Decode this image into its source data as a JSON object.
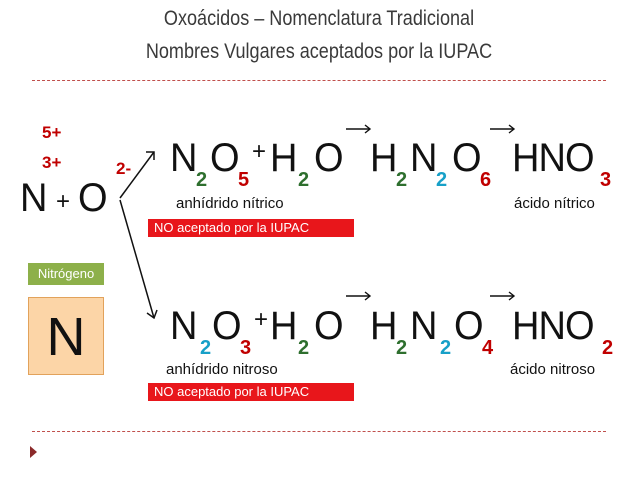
{
  "header": {
    "title": "Oxoácidos – Nomenclatura Tradicional",
    "subtitle": "Nombres Vulgares aceptados por la IUPAC"
  },
  "left": {
    "element_N": "N",
    "plus": "+",
    "element_O": "O",
    "state_high": "5+",
    "state_low": "3+",
    "oxygen_state": "2-",
    "tag": "Nitrógeno",
    "box_symbol": "N"
  },
  "reaction1": {
    "N": "N",
    "N_sub": "2",
    "O": "O",
    "O_sub": "5",
    "plus": "+",
    "H": "H",
    "H_sub": "2",
    "O2": "O",
    "H2": "H",
    "H2_sub": "2",
    "N2": "N",
    "N2_sub": "2",
    "O3": "O",
    "O3_sub": "6",
    "product": "HNO",
    "product_sub": "3",
    "anhydride_name": "anhídrido nítrico",
    "acid_name": "ácido nítrico",
    "badge": "NO aceptado por la IUPAC"
  },
  "reaction2": {
    "N": "N",
    "N_sub": "2",
    "O": "O",
    "O_sub": "3",
    "plus": "+",
    "H": "H",
    "H_sub": "2",
    "O2": "O",
    "H2": "H",
    "H2_sub": "2",
    "N2": "N",
    "N2_sub": "2",
    "O3": "O",
    "O3_sub": "4",
    "product": "HNO",
    "product_sub": "2",
    "anhydride_name": "anhídrido nitroso",
    "acid_name": "ácido nitroso",
    "badge": "NO aceptado por la IUPAC"
  },
  "colors": {
    "accent_red": "#c00000",
    "sub_green": "#2e6f2e",
    "sub_cyan": "#17a0c8",
    "badge_red": "#e8161b",
    "tag_green": "#8db04a",
    "box_fill": "#fcd5a7",
    "divider": "#c0504d"
  },
  "icons": {
    "nav": "triangle-right-icon",
    "arrow": "arrow-right-icon"
  }
}
